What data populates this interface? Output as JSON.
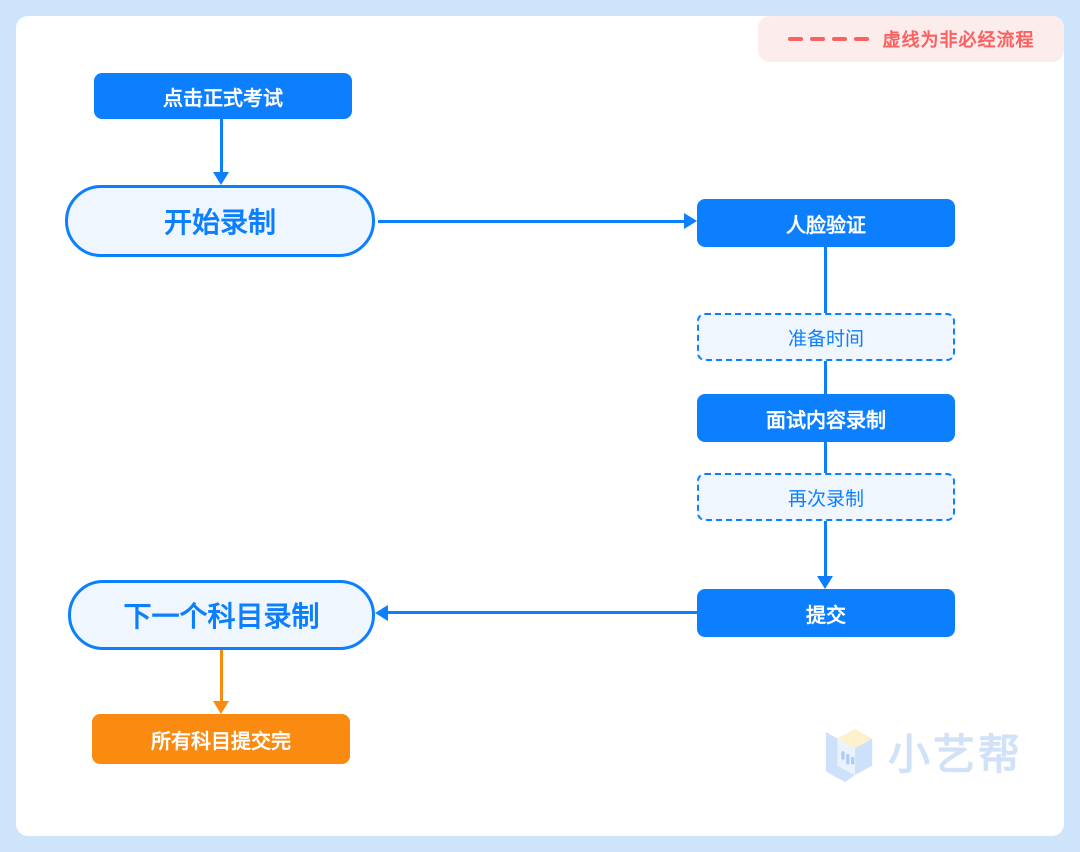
{
  "legend": {
    "label": "虚线为非必经流程"
  },
  "nodes": {
    "click_formal_exam": "点击正式考试",
    "start_recording": "开始录制",
    "face_verification": "人脸验证",
    "preparation_time": "准备时间",
    "interview_recording": "面试内容录制",
    "record_again": "再次录制",
    "submit": "提交",
    "next_subject_recording": "下一个科目录制",
    "all_subjects_submitted": "所有科目提交完"
  },
  "logo": {
    "text": "小艺帮"
  },
  "colors": {
    "canvas_bg": "#cde4fb",
    "panel_bg": "#ffffff",
    "primary_blue": "#0b7ffe",
    "light_node_fill": "#eff6fe",
    "orange": "#fa8a10",
    "legend_red": "#fa6161",
    "legend_bg": "#fdecec",
    "logo_blue": "#d0e1f8"
  }
}
